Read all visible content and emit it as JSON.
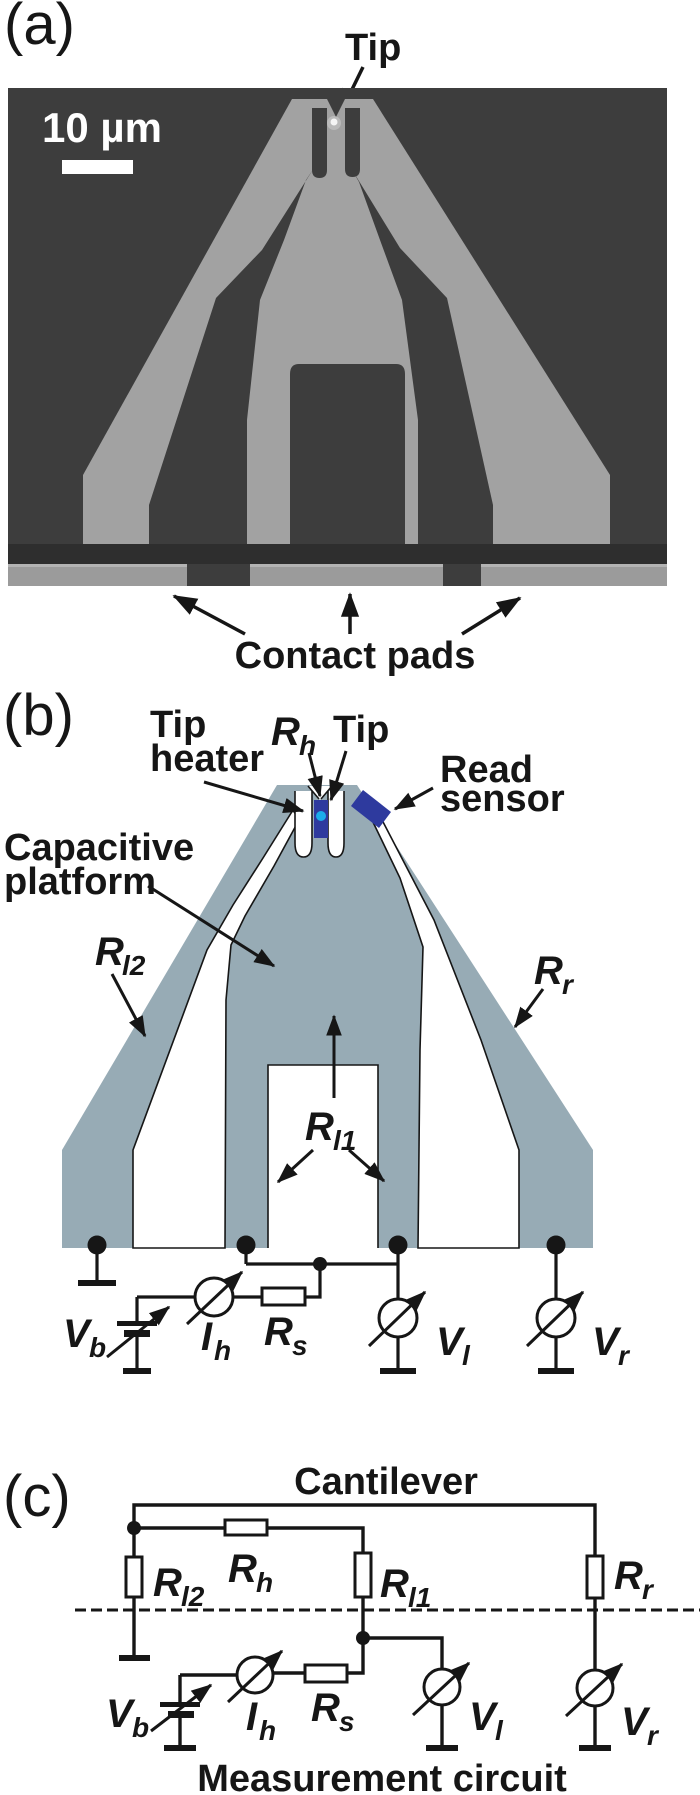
{
  "colors": {
    "ink": "#161616",
    "sem_background": "#3d3d3d",
    "sem_structure": "#a2a2a2",
    "sem_pad": "#9b9b9b",
    "sem_band": "#2e2e2e",
    "platform_fill": "#97abb5",
    "sensor_blue": "#2e3a9e",
    "tip_cyan": "#1badea",
    "white": "#ffffff"
  },
  "panel_a": {
    "label": "(a)",
    "tip": "Tip",
    "scale_bar": "10 µm",
    "contact_pads": "Contact pads"
  },
  "panel_b": {
    "label": "(b)",
    "annotations": {
      "tip_heater_line1": "Tip",
      "tip_heater_line2": "heater",
      "tip": "Tip",
      "read_sensor_line1": "Read",
      "read_sensor_line2": "sensor",
      "cap_platform_line1": "Capacitive",
      "cap_platform_line2": "platform"
    },
    "resistors": {
      "rh": {
        "main": "R",
        "sub": "h"
      },
      "rl2": {
        "main": "R",
        "sub": "l2"
      },
      "rr": {
        "main": "R",
        "sub": "r"
      },
      "rl1": {
        "main": "R",
        "sub": "l1"
      }
    },
    "circuit": {
      "vb": {
        "main": "V",
        "sub": "b"
      },
      "ih": {
        "main": "I",
        "sub": "h"
      },
      "rs": {
        "main": "R",
        "sub": "s"
      },
      "vl": {
        "main": "V",
        "sub": "l"
      },
      "vr": {
        "main": "V",
        "sub": "r"
      }
    }
  },
  "panel_c": {
    "label": "(c)",
    "cantilever": "Cantilever",
    "measurement_circuit": "Measurement circuit",
    "resistors": {
      "rl2": {
        "main": "R",
        "sub": "l2"
      },
      "rh": {
        "main": "R",
        "sub": "h"
      },
      "rl1": {
        "main": "R",
        "sub": "l1"
      },
      "rr": {
        "main": "R",
        "sub": "r"
      }
    },
    "circuit": {
      "vb": {
        "main": "V",
        "sub": "b"
      },
      "ih": {
        "main": "I",
        "sub": "h"
      },
      "rs": {
        "main": "R",
        "sub": "s"
      },
      "vl": {
        "main": "V",
        "sub": "l"
      },
      "vr": {
        "main": "V",
        "sub": "r"
      }
    }
  }
}
